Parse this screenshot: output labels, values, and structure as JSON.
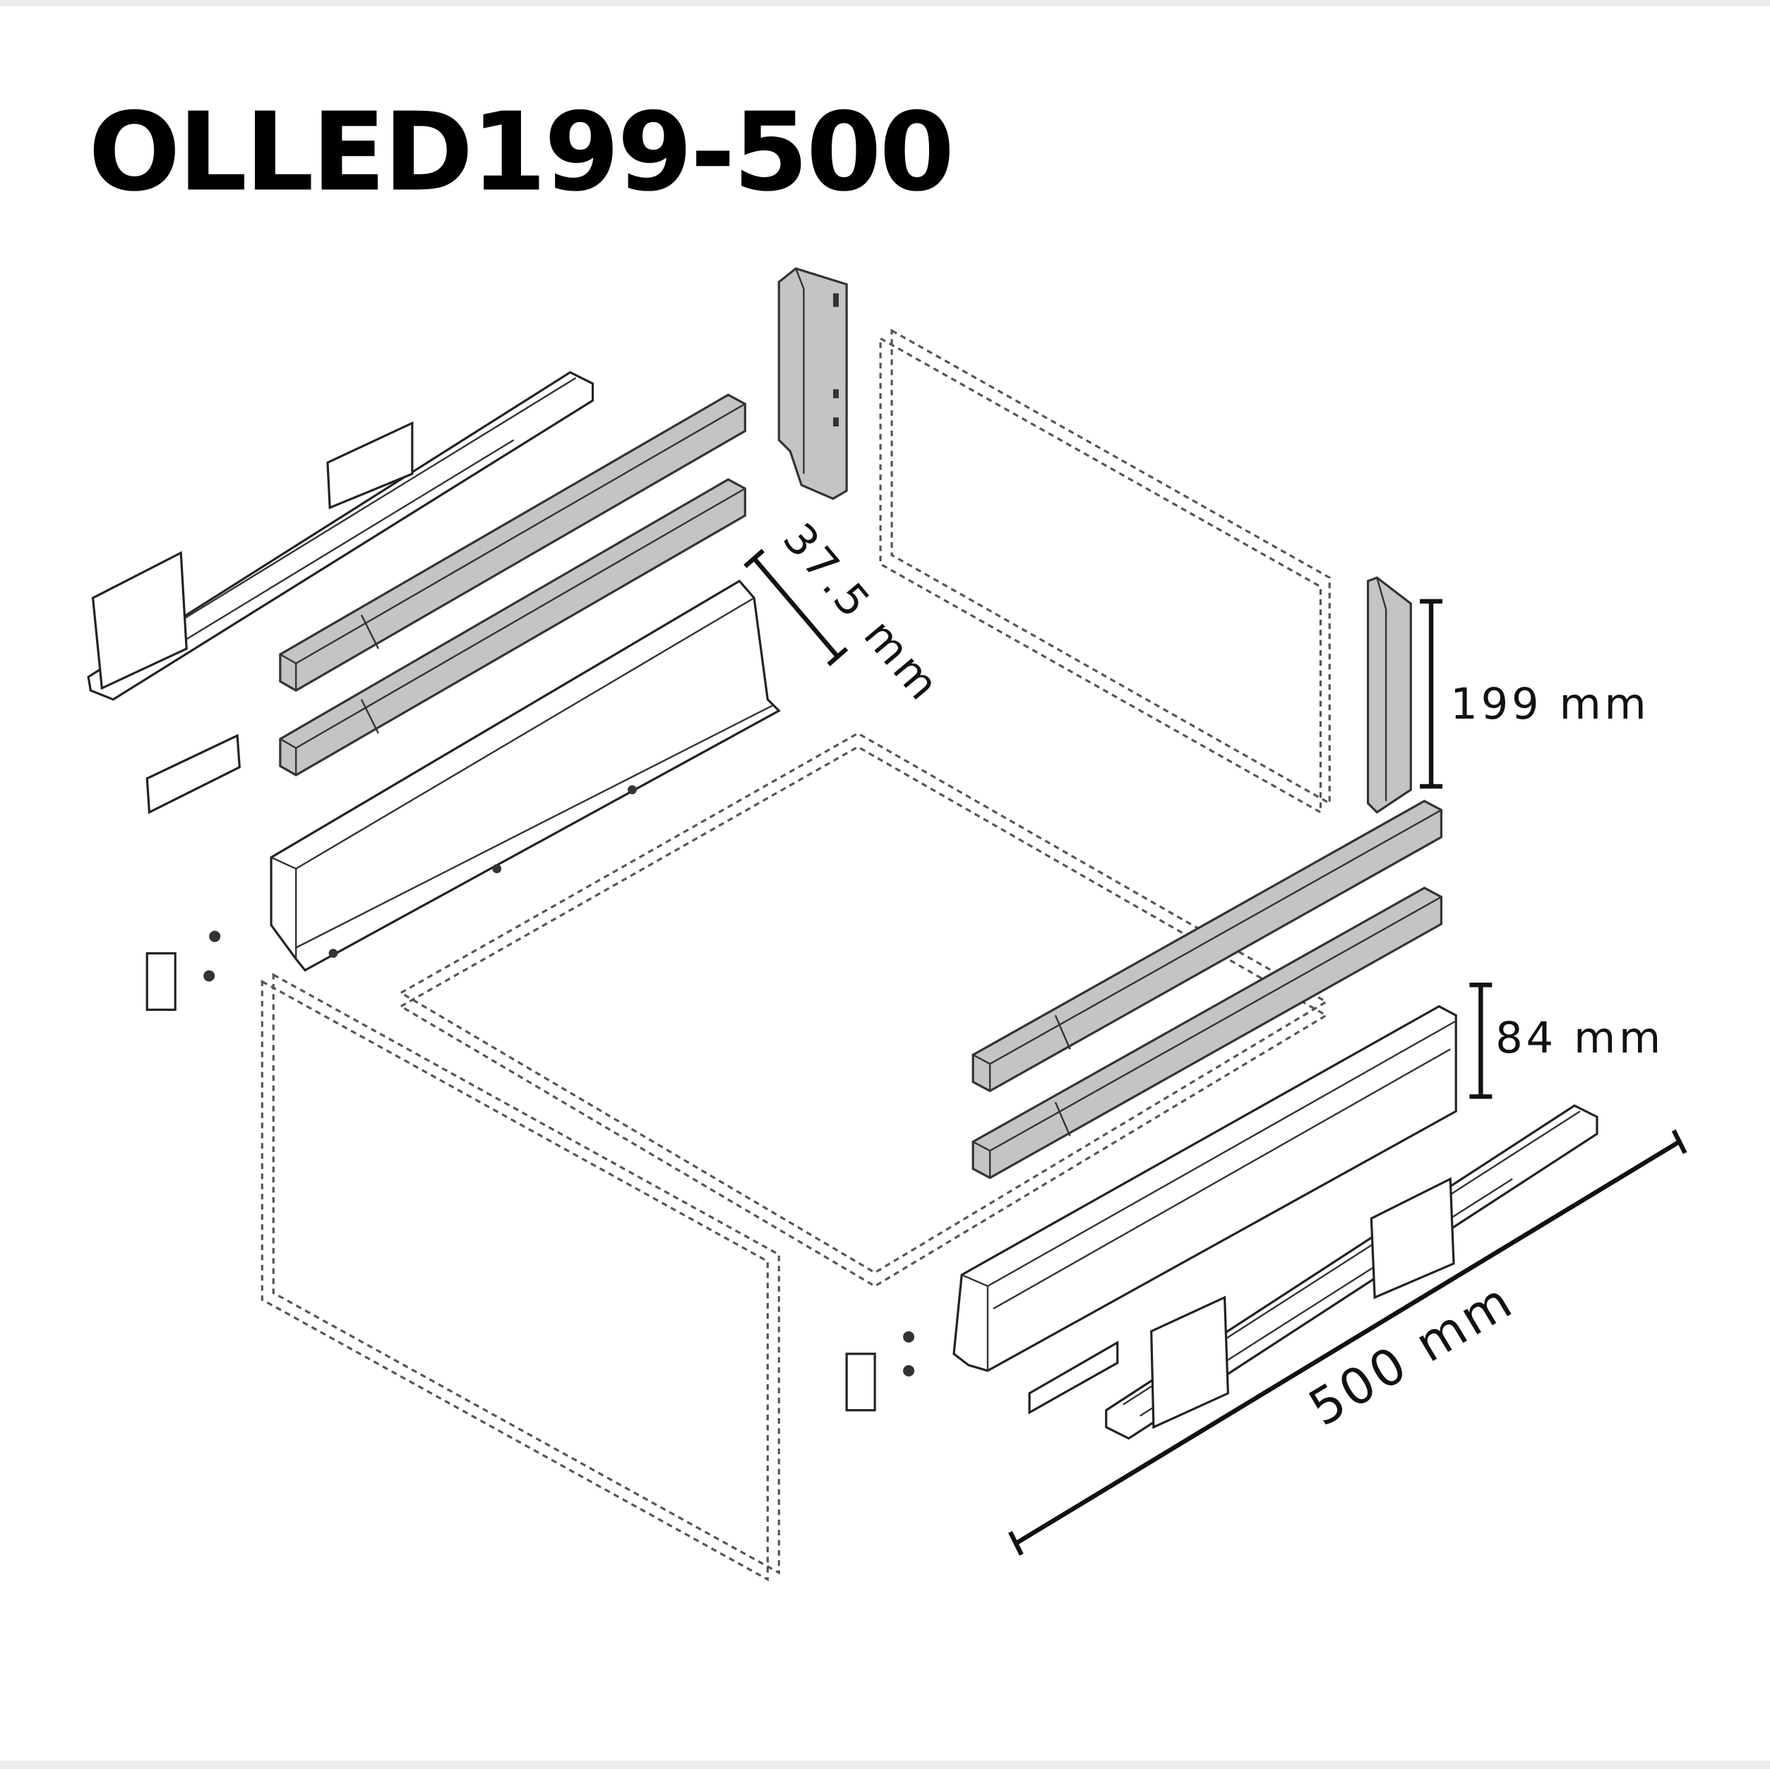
{
  "title": "OLLED199-500",
  "dimensions": {
    "back_height": "37.5 mm",
    "side_height": "199 mm",
    "front_side_height": "84 mm",
    "length": "500 mm"
  },
  "colors": {
    "rail": "#c4c4c4",
    "line": "#222222",
    "frame": "#ececec"
  }
}
